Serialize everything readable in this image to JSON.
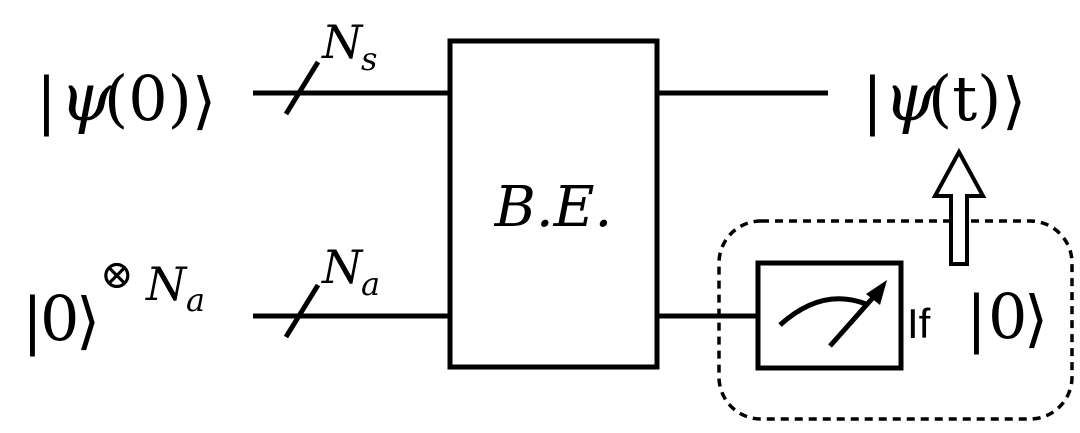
{
  "diagram": {
    "input_state": {
      "ket_open": "|",
      "symbol": "ψ",
      "argument": "(0)",
      "ket_close": "⟩"
    },
    "ancilla_state": {
      "ket_open": "|",
      "value": "0",
      "ket_close": "⟩",
      "tensor_symbol": "⊗",
      "exponent_symbol": "N",
      "exponent_subscript": "a"
    },
    "system_register": {
      "symbol": "N",
      "subscript": "s"
    },
    "ancilla_register": {
      "symbol": "N",
      "subscript": "a"
    },
    "gate": {
      "label": "B.E."
    },
    "output_state": {
      "ket_open": "|",
      "symbol": "ψ",
      "argument": "(t)",
      "ket_close": "⟩"
    },
    "measurement": {
      "condition_word": "If",
      "ket_open": "|",
      "value": "0",
      "ket_close": "⟩"
    },
    "colors": {
      "stroke": "#000000",
      "background": "#ffffff"
    }
  }
}
